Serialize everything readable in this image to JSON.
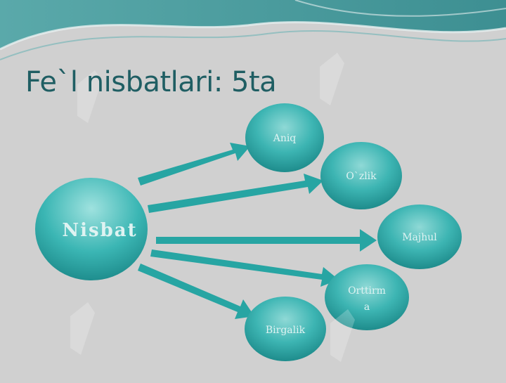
{
  "slide": {
    "title": "Fe`l nisbatlari: 5ta"
  },
  "diagram": {
    "center": {
      "label": "Nisbat"
    },
    "nodes": [
      {
        "label": "Aniq"
      },
      {
        "label": "O`zlik"
      },
      {
        "label": "Majhul"
      },
      {
        "label_line1": "Orttirm",
        "label_line2": "a"
      },
      {
        "label": "Birgalik"
      }
    ]
  },
  "colors": {
    "background": "#d0d0d0",
    "title": "#1f5e63",
    "node_fill": "#2fa9a9",
    "node_highlight": "#9ee0dd",
    "arrow": "#27a5a3",
    "header_wave": "#4e9fa0"
  }
}
